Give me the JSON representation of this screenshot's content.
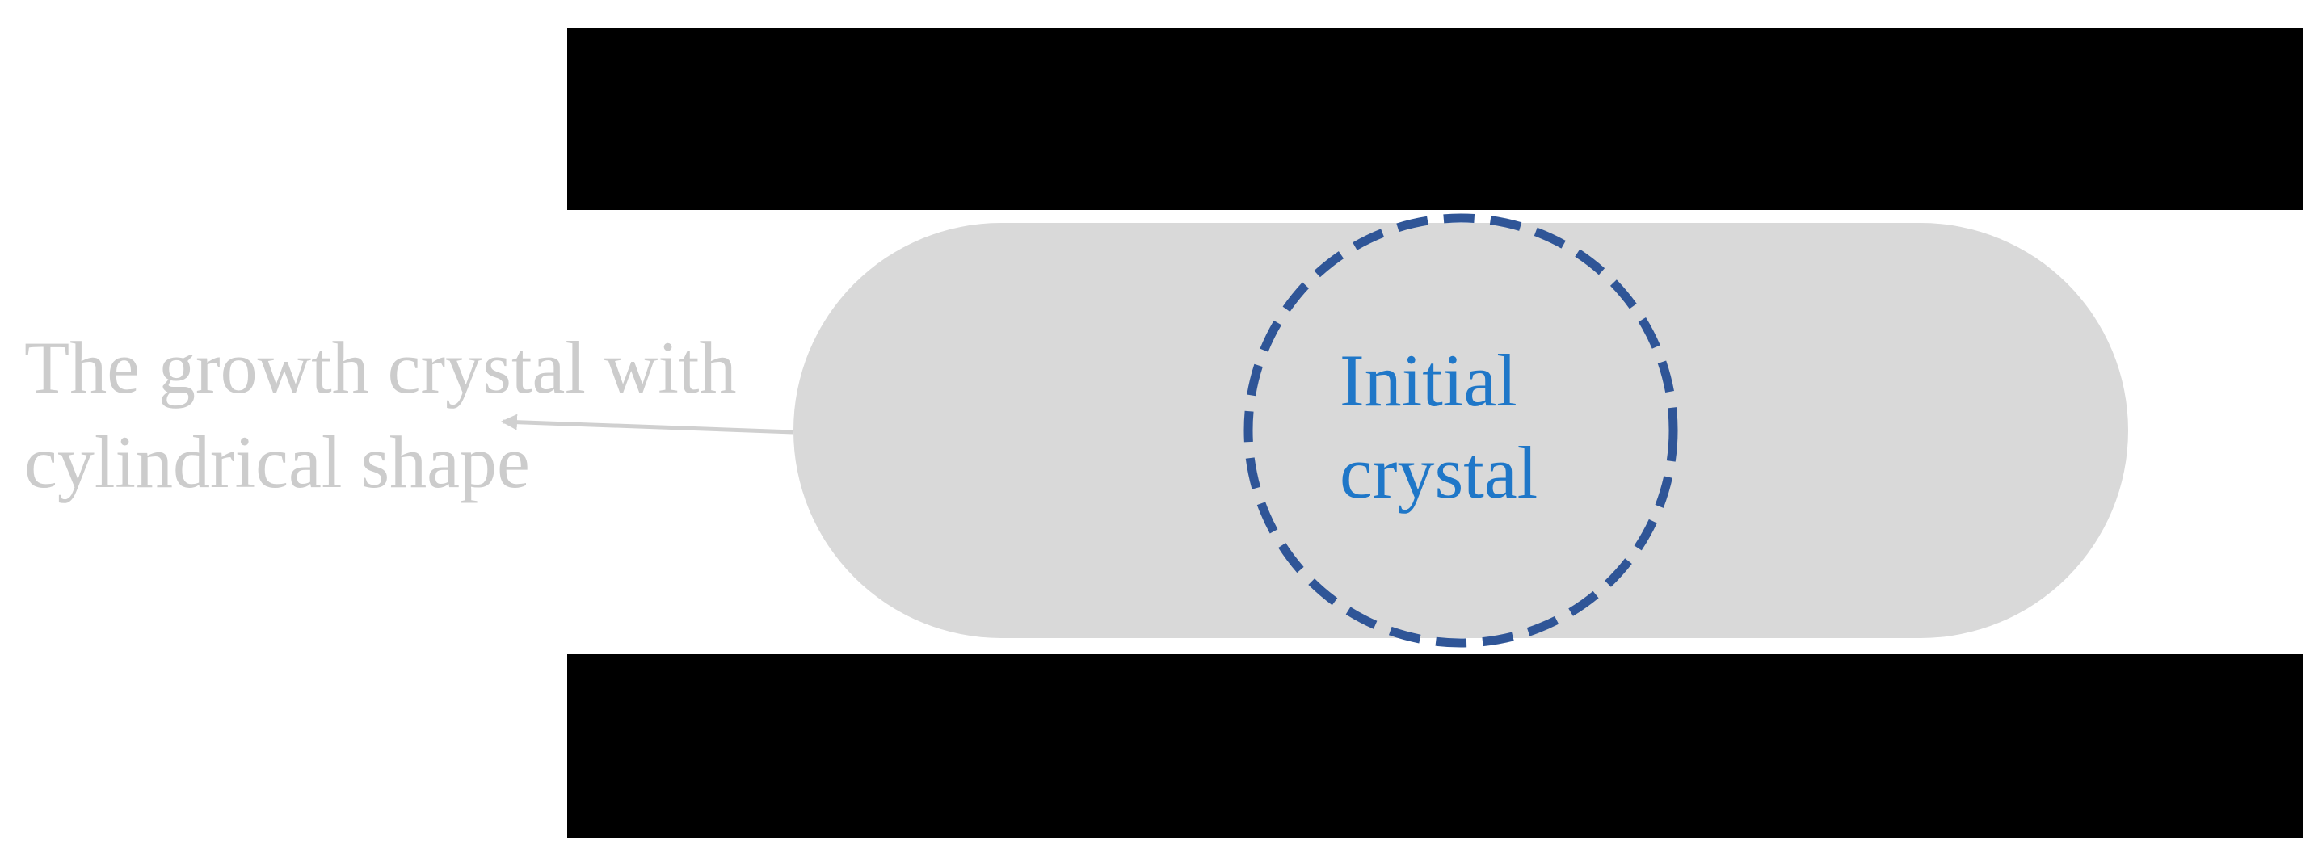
{
  "labels": {
    "growth_line1": "The growth crystal with",
    "growth_line2": "cylindrical shape",
    "initial_line1": "Initial",
    "initial_line2": "crystal"
  },
  "colors": {
    "plate": "#000000",
    "cylinder_fill": "#d9d9d9",
    "initial_circle_stroke": "#2f5597",
    "initial_text": "#1f77c8",
    "growth_text": "#cccccc",
    "arrow": "#d0d0d0",
    "background": "#ffffff"
  }
}
